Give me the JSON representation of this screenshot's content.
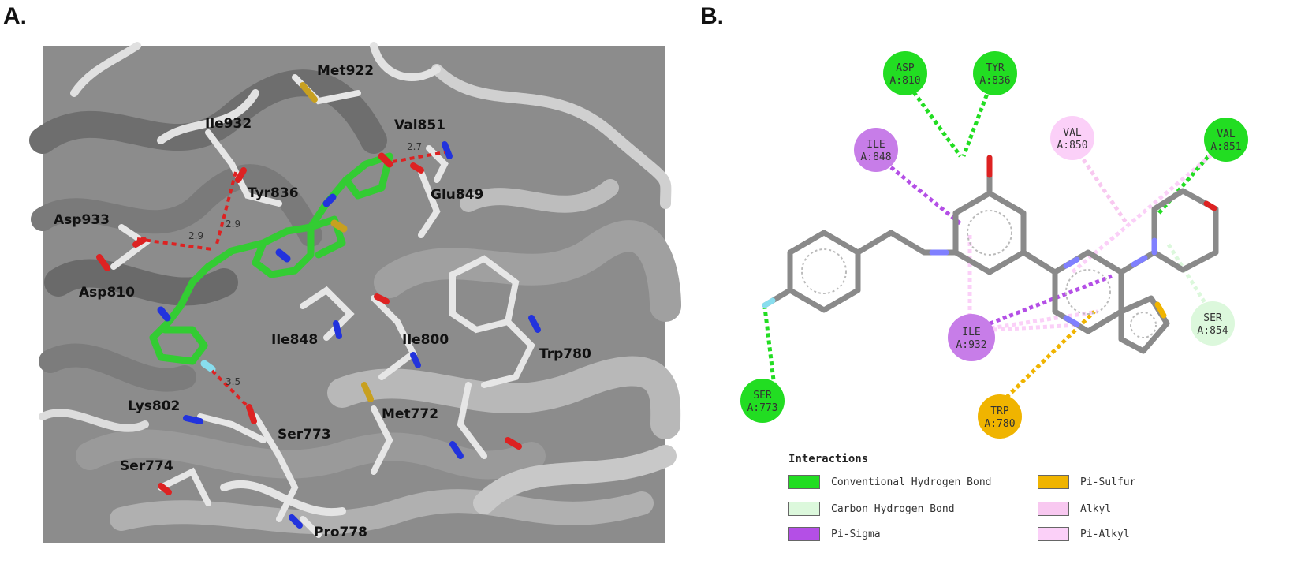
{
  "panel_a": {
    "label": "A.",
    "residues": {
      "met922": "Met922",
      "ile932": "Ile932",
      "val851": "Val851",
      "glu849": "Glu849",
      "tyr836": "Tyr836",
      "asp933": "Asp933",
      "asp810": "Asp810",
      "ile848": "Ile848",
      "ile800": "Ile800",
      "trp780": "Trp780",
      "lys802": "Lys802",
      "ser773": "Ser773",
      "met772": "Met772",
      "ser774": "Ser774",
      "pro778": "Pro778"
    },
    "distances": {
      "d_val851": "2.7",
      "d_asp810": "2.9",
      "d_tyr836": "2.9",
      "d_ser773": "3.5"
    },
    "colors": {
      "ligand_carbon": "#33cc33",
      "nitrogen": "#2233dd",
      "oxygen": "#dd2222",
      "sulfur": "#c8a020",
      "fluorine": "#88ddee",
      "protein": "#d8d8d8",
      "hbond": "#dd2222"
    }
  },
  "panel_b": {
    "label": "B.",
    "nodes": {
      "asp810": [
        "ASP",
        "A:810"
      ],
      "tyr836": [
        "TYR",
        "A:836"
      ],
      "ile848": [
        "ILE",
        "A:848"
      ],
      "val850": [
        "VAL",
        "A:850"
      ],
      "val851": [
        "VAL",
        "A:851"
      ],
      "ile932": [
        "ILE",
        "A:932"
      ],
      "ser854": [
        "SER",
        "A:854"
      ],
      "ser773": [
        "SER",
        "A:773"
      ],
      "trp780": [
        "TRP",
        "A:780"
      ]
    },
    "legend": {
      "title": "Interactions",
      "items": [
        {
          "label": "Conventional Hydrogen Bond",
          "color": "#22dd22"
        },
        {
          "label": "Carbon Hydrogen Bond",
          "color": "#dcf8dc"
        },
        {
          "label": "Pi-Sigma",
          "color": "#b44fe6"
        },
        {
          "label": "Pi-Sulfur",
          "color": "#f0b400"
        },
        {
          "label": "Alkyl",
          "color": "#f8c8f0"
        },
        {
          "label": "Pi-Alkyl",
          "color": "#fbd0f8"
        }
      ]
    }
  }
}
